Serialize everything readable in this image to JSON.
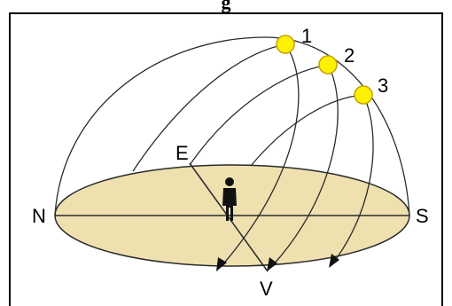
{
  "title": "g",
  "labels": {
    "north": "N",
    "south": "S",
    "east": "E",
    "west": "V"
  },
  "sun_positions": [
    "1",
    "2",
    "3"
  ],
  "colors": {
    "ground": "#efe0b0",
    "sun": "#fff200",
    "sun_outline": "#c8a000",
    "line": "#2a2a2a"
  },
  "icons": [
    "sun-icon",
    "person-icon",
    "arrowhead-icon"
  ]
}
